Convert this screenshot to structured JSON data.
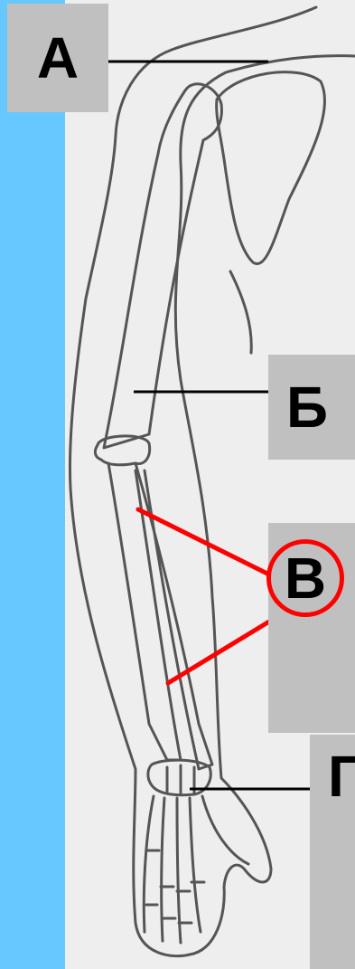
{
  "labels": {
    "a": "А",
    "b": "Б",
    "v": "В",
    "g": "Г"
  },
  "colors": {
    "background": "#66c8ff",
    "panel": "#eeeeee",
    "label_box": "#c0c0c0",
    "highlight": "#ff0000",
    "outline": "#555555"
  }
}
